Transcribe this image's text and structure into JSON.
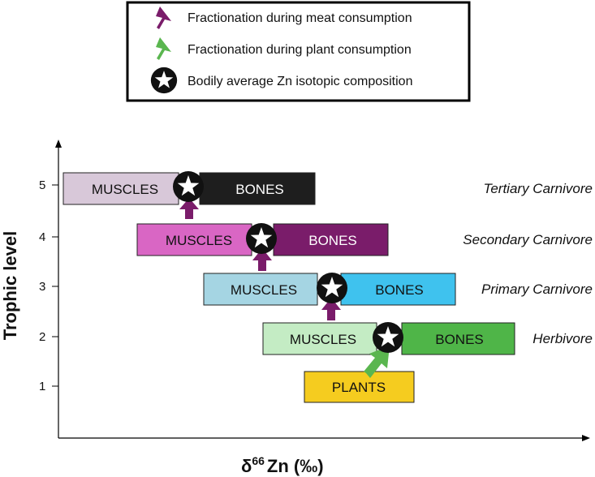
{
  "legend": {
    "items": [
      {
        "label": "Fractionation during meat consumption",
        "icon": "purple-arrow-icon"
      },
      {
        "label": "Fractionation during plant consumption",
        "icon": "green-arrow-icon"
      },
      {
        "label": "Bodily average Zn isotopic composition",
        "icon": "star-icon"
      }
    ]
  },
  "axes": {
    "y_label": "Trophic level",
    "x_label_prefix": "δ",
    "x_label_sup": "66",
    "x_label_suffix": "Zn (‰)",
    "y_ticks": [
      "1",
      "2",
      "3",
      "4",
      "5"
    ]
  },
  "levels": [
    {
      "level": "5",
      "name": "Tertiary Carnivore",
      "muscles": "MUSCLES",
      "bones": "BONES",
      "muscles_color": "#d8c8d9",
      "bones_color": "#1e1e1e",
      "bones_text_color": "#ffffff"
    },
    {
      "level": "4",
      "name": "Secondary Carnivore",
      "muscles": "MUSCLES",
      "bones": "BONES",
      "muscles_color": "#d966c4",
      "bones_color": "#7a1c6a",
      "bones_text_color": "#ffffff"
    },
    {
      "level": "3",
      "name": "Primary Carnivore",
      "muscles": "MUSCLES",
      "bones": "BONES",
      "muscles_color": "#a5d5e3",
      "bones_color": "#3fc2ee",
      "bones_text_color": "#111111"
    },
    {
      "level": "2",
      "name": "Herbivore",
      "muscles": "MUSCLES",
      "bones": "BONES",
      "muscles_color": "#c4ecc4",
      "bones_color": "#4fb548",
      "bones_text_color": "#111111"
    }
  ],
  "plants": {
    "label": "PLANTS",
    "color": "#f5cc1f"
  },
  "colors": {
    "meat_arrow": "#7a1c6a",
    "plant_arrow": "#5ab64f",
    "star_circle": "#111111",
    "star": "#ffffff"
  }
}
